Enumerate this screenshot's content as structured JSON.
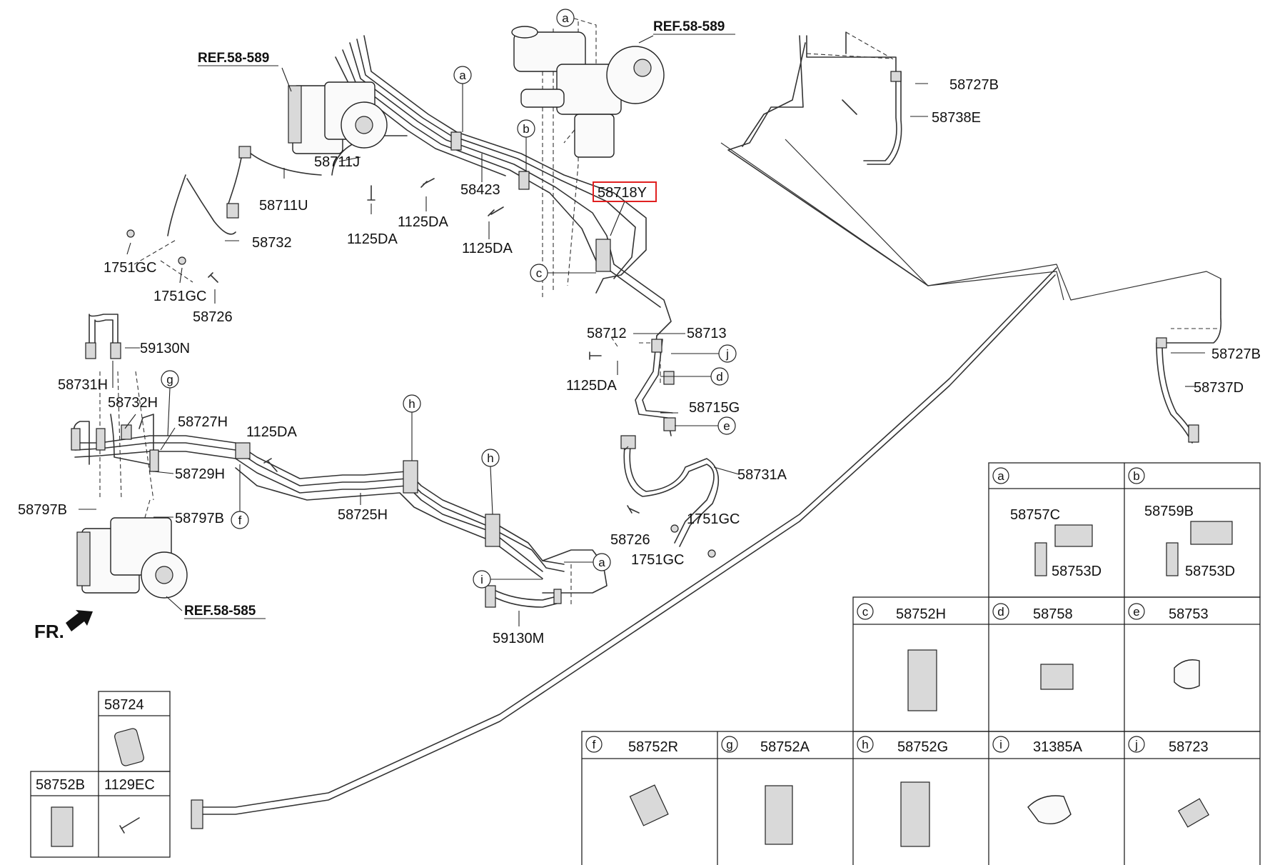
{
  "labels": {
    "ref_top_left": "REF.58-589",
    "ref_top_center": "REF.58-589",
    "ref_abs": "REF.58-585",
    "front": "FR.",
    "p58727B_top": "58727B",
    "p58738E": "58738E",
    "p58718Y": "58718Y",
    "p58711J": "58711J",
    "p58711U": "58711U",
    "p58423": "58423",
    "p1125DA_1": "1125DA",
    "p1125DA_2": "1125DA",
    "p1125DA_3": "1125DA",
    "p1125DA_4": "1125DA",
    "p1125DA_5": "1125DA",
    "p58732": "58732",
    "p1751GC_1": "1751GC",
    "p1751GC_2": "1751GC",
    "p1751GC_3": "1751GC",
    "p1751GC_4": "1751GC",
    "p58726_1": "58726",
    "p58726_2": "58726",
    "p58712": "58712",
    "p58713": "58713",
    "p58715G": "58715G",
    "p58731A": "58731A",
    "p59130N": "59130N",
    "p58731H": "58731H",
    "p58732H": "58732H",
    "p58727H": "58727H",
    "p58729H": "58729H",
    "p58797B_1": "58797B",
    "p58797B_2": "58797B",
    "p58725H": "58725H",
    "p59130M": "59130M",
    "p58727B_right": "58727B",
    "p58737D": "58737D"
  },
  "callouts": {
    "a": "a",
    "b": "b",
    "c": "c",
    "d": "d",
    "e": "e",
    "f": "f",
    "g": "g",
    "h": "h",
    "i": "i",
    "j": "j"
  },
  "legend": {
    "a": {
      "letter": "a",
      "parts": [
        "58757C",
        "58753D"
      ]
    },
    "b": {
      "letter": "b",
      "parts": [
        "58759B",
        "58753D"
      ]
    },
    "c": {
      "letter": "c",
      "part": "58752H"
    },
    "d": {
      "letter": "d",
      "part": "58758"
    },
    "e": {
      "letter": "e",
      "part": "58753"
    },
    "f": {
      "letter": "f",
      "part": "58752R"
    },
    "g": {
      "letter": "g",
      "part": "58752A"
    },
    "h": {
      "letter": "h",
      "part": "58752G"
    },
    "i": {
      "letter": "i",
      "part": "31385A"
    },
    "j": {
      "letter": "j",
      "part": "58723"
    }
  },
  "small_table": {
    "top": "58724",
    "left": "58752B",
    "right": "1129EC"
  },
  "highlight_part": "58718Y",
  "colors": {
    "line": "#333333",
    "highlight": "#e02020",
    "background": "#ffffff"
  }
}
